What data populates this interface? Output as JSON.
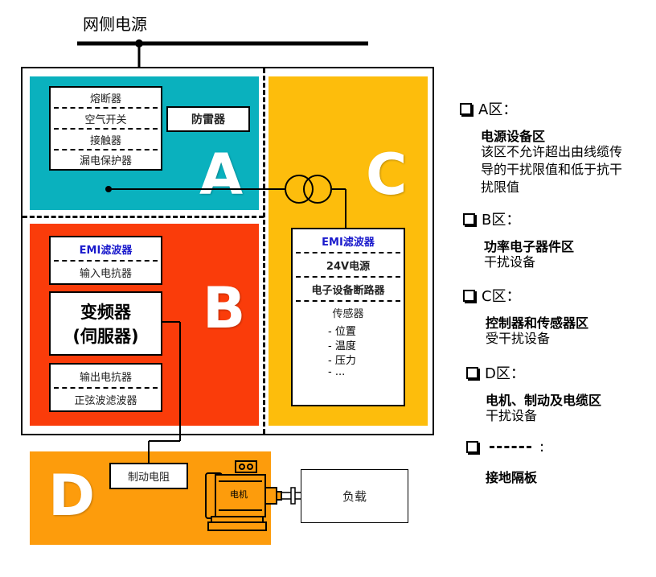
{
  "grid_label": "网侧电源",
  "zones": {
    "a": {
      "letter": "A",
      "color": "#0ab1be"
    },
    "b": {
      "letter": "B",
      "color": "#fa3c0a"
    },
    "c": {
      "letter": "C",
      "color": "#fdbd0c"
    },
    "d": {
      "letter": "D",
      "color": "#fd9c0c"
    }
  },
  "zone_a": {
    "stack": [
      "熔断器",
      "空气开关",
      "接触器",
      "漏电保护器"
    ],
    "surge": "防雷器"
  },
  "zone_b": {
    "top": [
      "EMI滤波器",
      "输入电抗器"
    ],
    "vfd": [
      "变频器",
      "(伺服器)"
    ],
    "bottom": [
      "输出电抗器",
      "正弦波滤波器"
    ]
  },
  "zone_c": {
    "emi": "EMI滤波器",
    "psu": "24V电源",
    "breaker": "电子设备断路器",
    "sensor_title": "传感器",
    "sensor_items": [
      "-  位置",
      "-  温度",
      "-  压力",
      "-  ..."
    ]
  },
  "zone_d": {
    "brake_resistor": "制动电阻",
    "motor_label": "电机",
    "load": "负载"
  },
  "legend": [
    {
      "head": "A区：",
      "title": "电源设备区",
      "desc": [
        "该区不允许超出由线缆传",
        "导的干扰限值和低于抗干",
        "扰限值"
      ]
    },
    {
      "head": "B区：",
      "title": "功率电子器件区",
      "desc": [
        "干扰设备"
      ]
    },
    {
      "head": "C区：",
      "title": "控制器和传感器区",
      "desc": [
        "受干扰设备"
      ]
    },
    {
      "head": "D区：",
      "title": "电机、制动及电缆区",
      "desc": [
        "干扰设备"
      ]
    },
    {
      "head": ":",
      "title": "接地隔板",
      "desc": []
    }
  ],
  "colors": {
    "emi_text": "#1a1acc",
    "line": "#000000"
  }
}
